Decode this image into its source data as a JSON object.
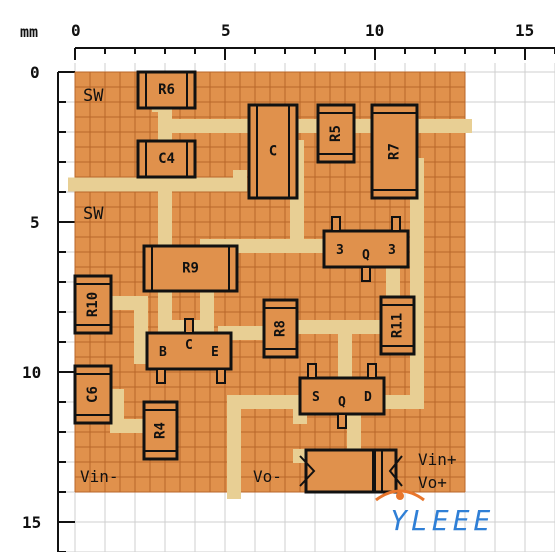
{
  "ruler": {
    "unit_label": "mm",
    "x_ticks": [
      "0",
      "5",
      "10",
      "15"
    ],
    "y_ticks": [
      "0",
      "5",
      "10",
      "15"
    ]
  },
  "board": {
    "width_mm": 13,
    "height_mm": 14,
    "colors": {
      "board": "#e0914c",
      "trace": "#e8cf94",
      "grid": "#b8662a",
      "outline": "#111111",
      "body": "#e0914c",
      "ruler_grid": "#cfcfcf"
    }
  },
  "components": [
    {
      "id": "R6",
      "label": "R6",
      "x": 2.1,
      "y": 0.0,
      "w": 1.9,
      "h": 1.2,
      "rot": 0
    },
    {
      "id": "C4",
      "label": "C4",
      "x": 2.1,
      "y": 2.3,
      "w": 1.9,
      "h": 1.2,
      "rot": 0
    },
    {
      "id": "C_top",
      "label": "C",
      "x": 5.8,
      "y": 1.1,
      "w": 1.6,
      "h": 3.1,
      "rot": 0
    },
    {
      "id": "R5",
      "label": "R5",
      "x": 8.1,
      "y": 1.1,
      "w": 1.2,
      "h": 1.9,
      "rot": 90
    },
    {
      "id": "R7",
      "label": "R7",
      "x": 9.9,
      "y": 1.1,
      "w": 1.5,
      "h": 3.1,
      "rot": 90
    },
    {
      "id": "R9",
      "label": "R9",
      "x": 2.3,
      "y": 5.8,
      "w": 3.1,
      "h": 1.5,
      "rot": 0
    },
    {
      "id": "R10",
      "label": "R10",
      "x": 0.0,
      "y": 6.8,
      "w": 1.2,
      "h": 1.9,
      "rot": 90
    },
    {
      "id": "R8",
      "label": "R8",
      "x": 6.3,
      "y": 7.6,
      "w": 1.1,
      "h": 1.9,
      "rot": 90
    },
    {
      "id": "R11",
      "label": "R11",
      "x": 10.2,
      "y": 7.5,
      "w": 1.1,
      "h": 1.9,
      "rot": 90
    },
    {
      "id": "C6",
      "label": "C6",
      "x": 0.0,
      "y": 9.8,
      "w": 1.2,
      "h": 1.9,
      "rot": 90
    },
    {
      "id": "R4",
      "label": "R4",
      "x": 2.3,
      "y": 11.0,
      "w": 1.1,
      "h": 1.9,
      "rot": 90
    }
  ],
  "transistors": [
    {
      "id": "Q_bce",
      "x": 2.4,
      "y": 8.7,
      "w": 2.8,
      "h": 1.2,
      "pins": [
        "B",
        "C",
        "E"
      ],
      "center_label": "C"
    },
    {
      "id": "Q_top",
      "x": 8.3,
      "y": 5.3,
      "w": 2.8,
      "h": 1.2,
      "pins": [
        "3",
        "Q",
        "3"
      ],
      "center_label": "Q"
    },
    {
      "id": "Q_bot",
      "x": 7.5,
      "y": 10.2,
      "w": 2.8,
      "h": 1.2,
      "pins": [
        "S",
        "Q",
        "D"
      ],
      "center_label": "Q"
    }
  ],
  "labels": {
    "sw_top": "SW",
    "sw_mid": "SW",
    "vin_minus": "Vin-",
    "vo_minus": "Vo-",
    "vin_plus": "Vin+",
    "vo_plus": "Vo+"
  },
  "logo": {
    "text": "YLEEE",
    "color": "#2f7fd6",
    "accent": "#e8762c"
  }
}
